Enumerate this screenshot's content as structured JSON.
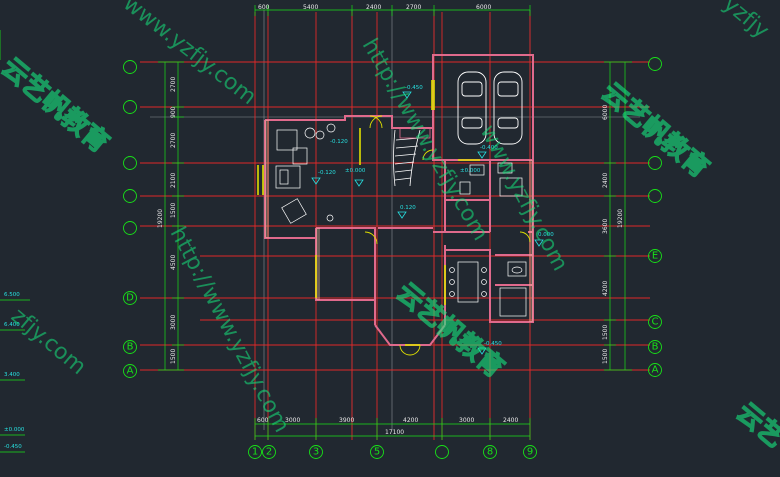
{
  "drawing": {
    "top_dims": [
      "600",
      "5400",
      "2400",
      "2700",
      "6000"
    ],
    "bottom_dims": [
      "600",
      "3000",
      "3900",
      "4200",
      "3000",
      "2400"
    ],
    "bottom_total": "17100",
    "left_dims": [
      "2700",
      "900",
      "2700",
      "2100",
      "1500",
      "4500",
      "3000",
      "1500"
    ],
    "left_total": "19200",
    "right_dims": [
      "6000",
      "2400",
      "3600",
      "4200",
      "1500",
      "1500"
    ],
    "right_total": "19200",
    "col_axes": [
      "1",
      "2",
      "3",
      "5",
      "8",
      "9"
    ],
    "row_axes_left": [
      "D",
      "B",
      "A"
    ],
    "row_axes_right": [
      "E",
      "C",
      "B",
      "A"
    ],
    "elevations": [
      "-0.450",
      "±0.000",
      "-0.120",
      "-0.400",
      "±0.000",
      "0.120",
      "0.000",
      "-0.450",
      "-0.120"
    ],
    "left_side_elevations": [
      "6.500",
      "6.400",
      "3.400",
      "±0.000",
      "-0.450"
    ],
    "watermarks": {
      "url_1": "www.yzfjy.com",
      "url_2": "http://www.yzfjy.com",
      "url_3": "http://www.yzfjy.com",
      "url_4": "www.yzfjy.com",
      "url_5": "zfjy.com",
      "url_6": "yzfjy",
      "cn_1": "云艺帆教育",
      "cn_2": "云艺帆教育",
      "cn_3": "云艺帆教育",
      "cn_4": "云艺"
    }
  },
  "colors": {
    "background": "#212830",
    "wall": "#e06a8c",
    "wall_fill": "#f0c0a0",
    "axis_red": "#e02828",
    "dim_green": "#18e018",
    "grid_gray": "#8a8f94",
    "window": "#e0e000",
    "elevation": "#27e0e0",
    "watermark": "#16e67e"
  }
}
